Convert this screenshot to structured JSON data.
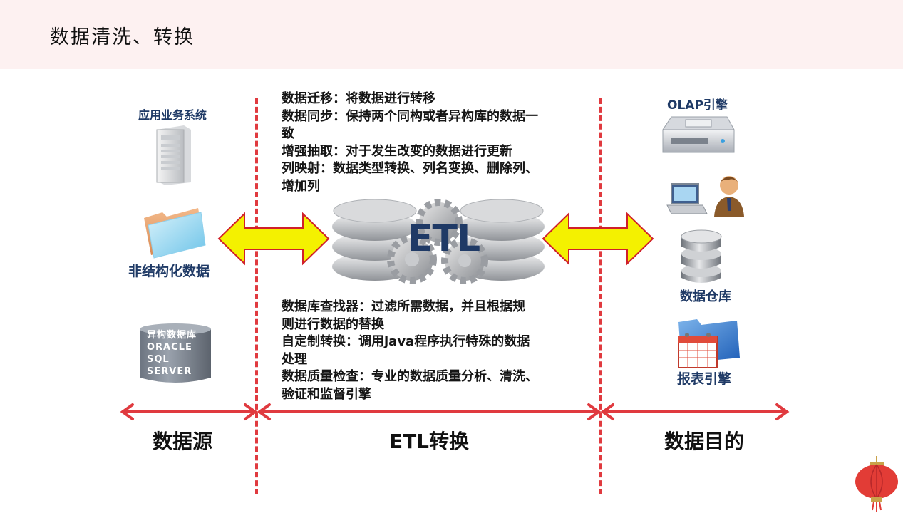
{
  "page": {
    "title": "数据清洗、转换"
  },
  "sources": {
    "app_system_label": "应用业务系统",
    "unstructured_label": "非结构化数据",
    "heterogeneous_db": [
      "异构数据库",
      "ORACLE",
      "SQL",
      "SERVER"
    ]
  },
  "etl": {
    "logo_text": "ETL",
    "top_lines": [
      "数据迁移：将数据进行转移",
      "数据同步：保持两个同构或者异构库的数据一",
      "致",
      "增强抽取：对于发生改变的数据进行更新",
      "列映射：数据类型转换、列名变换、删除列、",
      "增加列"
    ],
    "bottom_lines": [
      "数据库查找器：过滤所需数据，并且根据规",
      "则进行数据的替换",
      "自定制转换：调用java程序执行特殊的数据",
      "处理",
      "数据质量检查：专业的数据质量分析、清洗、",
      "验证和监督引擎"
    ]
  },
  "targets": {
    "olap_label": "OLAP引擎",
    "warehouse_label": "数据仓库",
    "report_label": "报表引擎"
  },
  "sections": {
    "source": "数据源",
    "etl": "ETL转换",
    "target": "数据目的"
  },
  "colors": {
    "header_bg": "#fdf1f1",
    "dash_red": "#e03a3f",
    "arrow_yellow": "#f4f100",
    "arrow_border": "#d0202a",
    "section_arrow": "#e03a3f"
  }
}
